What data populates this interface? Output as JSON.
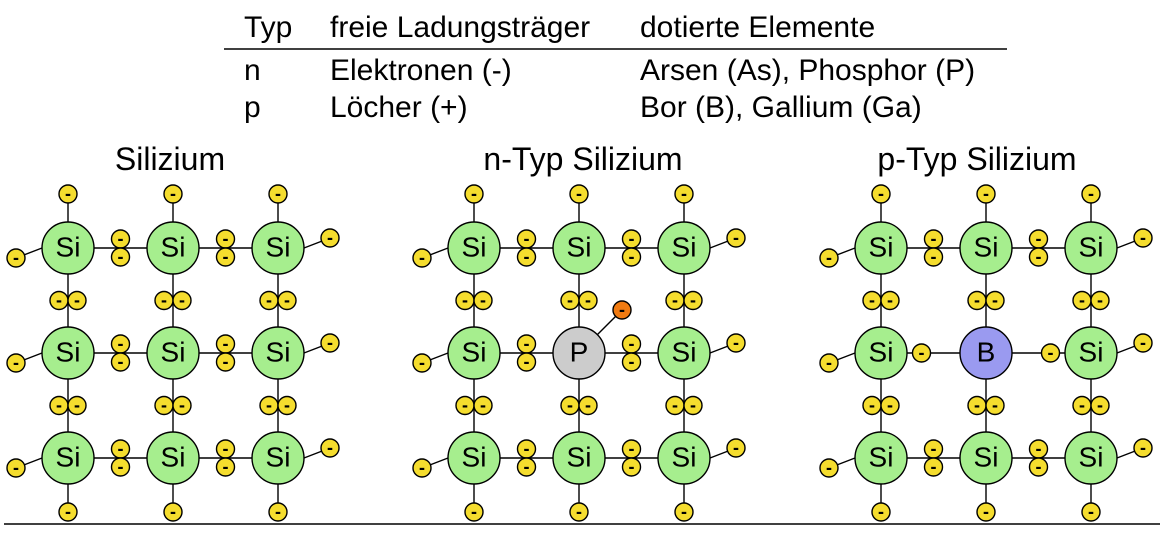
{
  "table": {
    "headers": [
      "Typ",
      "freie Ladungsträger",
      "dotierte Elemente"
    ],
    "rows": [
      [
        "n",
        "Elektronen (-)",
        "Arsen (As), Phosphor (P)"
      ],
      [
        "p",
        "Löcher (+)",
        "Bor (B), Gallium (Ga)"
      ]
    ]
  },
  "panels": [
    {
      "title": "Silizium",
      "lattice": [
        [
          "Si",
          "Si",
          "Si"
        ],
        [
          "Si",
          "Si",
          "Si"
        ],
        [
          "Si",
          "Si",
          "Si"
        ]
      ],
      "dopant": null
    },
    {
      "title": "n-Typ Silizium",
      "lattice": [
        [
          "Si",
          "Si",
          "Si"
        ],
        [
          "Si",
          "P",
          "Si"
        ],
        [
          "Si",
          "Si",
          "Si"
        ]
      ],
      "dopant": {
        "symbol": "P",
        "type": "n",
        "extra_electron": true
      }
    },
    {
      "title": "p-Typ Silizium",
      "lattice": [
        [
          "Si",
          "Si",
          "Si"
        ],
        [
          "Si",
          "B",
          "Si"
        ],
        [
          "Si",
          "Si",
          "Si"
        ]
      ],
      "dopant": {
        "symbol": "B",
        "type": "p",
        "extra_electron": false
      }
    }
  ],
  "electron_symbol": "-",
  "colors": {
    "silicon": "#a6ee8e",
    "phosphor": "#cccccc",
    "boron": "#9a9af0",
    "electron": "#f5dd2e",
    "free_electron": "#f07a10",
    "outline": "#000000"
  }
}
